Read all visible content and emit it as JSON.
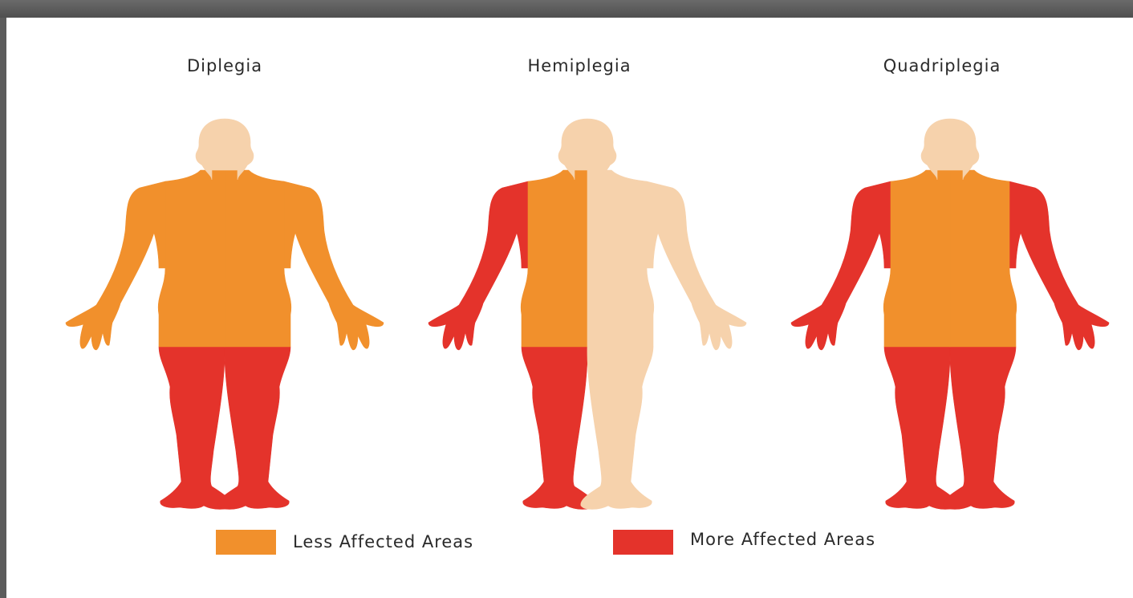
{
  "colors": {
    "less_affected": "#F1902C",
    "more_affected": "#E4332B",
    "unaffected": "#F6D2AC",
    "background": "#FFFFFF",
    "frame": "#5C5C5C"
  },
  "figures": [
    {
      "title": "Diplegia",
      "icon": "human-body-silhouette-icon",
      "regions": {
        "head": "unaffected",
        "right_arm": "less_affected",
        "left_arm": "less_affected",
        "torso_right": "less_affected",
        "torso_left": "less_affected",
        "right_leg": "more_affected",
        "left_leg": "more_affected"
      }
    },
    {
      "title": "Hemiplegia",
      "icon": "human-body-silhouette-icon",
      "regions": {
        "head": "unaffected",
        "right_arm": "more_affected",
        "left_arm": "unaffected",
        "torso_right": "less_affected",
        "torso_left": "unaffected",
        "right_leg": "more_affected",
        "left_leg": "unaffected"
      }
    },
    {
      "title": "Quadriplegia",
      "icon": "human-body-silhouette-icon",
      "regions": {
        "head": "unaffected",
        "right_arm": "more_affected",
        "left_arm": "more_affected",
        "torso_right": "less_affected",
        "torso_left": "less_affected",
        "right_leg": "more_affected",
        "left_leg": "more_affected"
      }
    }
  ],
  "legend": {
    "less": {
      "label": "Less Affected Areas",
      "color": "less_affected"
    },
    "more": {
      "label": "More Affected Areas",
      "color": "more_affected"
    }
  }
}
